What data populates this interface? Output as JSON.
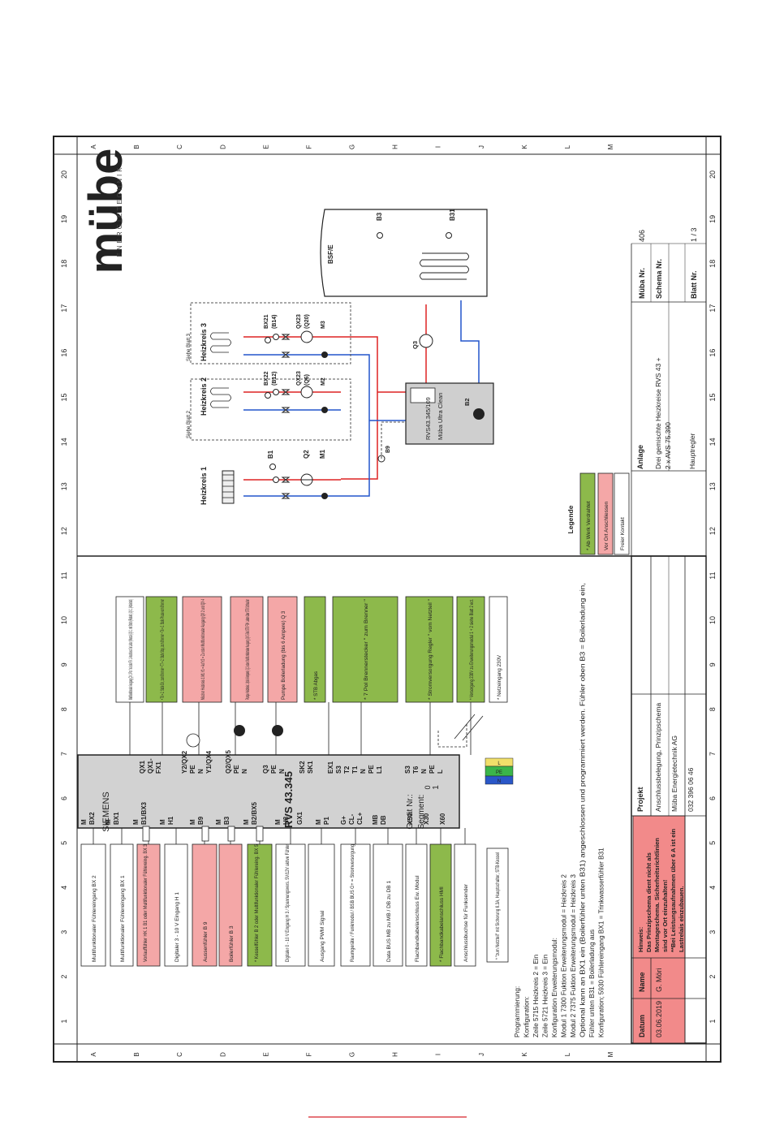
{
  "colors": {
    "green": "#8db94b",
    "pink": "#f4a7a7",
    "pinkStrong": "#f28a8a",
    "grey": "#cfcfcf",
    "blue": "#2255cc",
    "red": "#dd2222",
    "yellow": "#f1df6a",
    "brand": "#d8232a",
    "dark": "#222222"
  },
  "grid": {
    "columns": [
      "1",
      "2",
      "3",
      "4",
      "5",
      "6",
      "7",
      "8",
      "9",
      "10",
      "11",
      "12",
      "13",
      "14",
      "15",
      "16",
      "17",
      "18",
      "19",
      "20"
    ],
    "rows": [
      "A",
      "B",
      "C",
      "D",
      "E",
      "F",
      "G",
      "H",
      "I",
      "J",
      "K",
      "L",
      "M"
    ]
  },
  "logo": {
    "brand": "mübe",
    "tagline": "ENERGIETECHNIK"
  },
  "left_labels": [
    {
      "text": "Multifunktionaler Fühlereingang BX 2",
      "color": "white"
    },
    {
      "text": "Multifunktionaler Fühlereingang BX 1",
      "color": "white"
    },
    {
      "text": "Vorlauffühler HK 1 B1 oder Multifunktionaler Fühlereing. BX 3",
      "color": "pink"
    },
    {
      "text": "Digitaler 3 - 10 V Eingang H 1",
      "color": "white"
    },
    {
      "text": "Aussenfühler B 9",
      "color": "pink"
    },
    {
      "text": "Boilerfühler B 3",
      "color": "pink"
    },
    {
      "text": "* Kesselfühler B 2 oder Multifunktionaler Fühlereing. BX 5",
      "color": "green"
    },
    {
      "text": "Digitaler 0 - 10 V Eingang H 3 / Spannungsvers. 5V/12V aktive Fühler",
      "color": "white"
    },
    {
      "text": "Ausgang PWM Signal",
      "color": "white"
    },
    {
      "text": "Raumgeräte / Funkmodul / BSB BUS G+ = Stromversorgung",
      "color": "white"
    },
    {
      "text": "Data BUS   MB zu MB / DB zu DB 1",
      "color": "white"
    },
    {
      "text": "Flachbandkabelanschluss Ew. Modul",
      "color": "white"
    },
    {
      "text": "* Flachbandkabelanschluss HMI",
      "color": "green"
    },
    {
      "text": "Anschlussbuchse für Funksender",
      "color": "white"
    }
  ],
  "left_note": "* \"zum Netzteil\" mit Sicherung 6.3A, Hauptschalter, STB-Kessel",
  "controller": {
    "brand": "SIEMENS",
    "model": "RVS 43.345",
    "device_no": "Gerät Nr.:",
    "segment": "Segment:",
    "segment_value": "1",
    "segment_value2": "0",
    "left_terminals": [
      [
        "M",
        "BX2"
      ],
      [
        "M",
        "BX1"
      ],
      [
        "M",
        "B1/BX3"
      ],
      [
        "M",
        "H1"
      ],
      [
        "M",
        "B9"
      ],
      [
        "M",
        "B3"
      ],
      [
        "M",
        "B2/BX5"
      ],
      [
        "M",
        "H3"
      ],
      [
        "GX1"
      ],
      [
        "M",
        "P1"
      ],
      [
        "G+",
        "CL-",
        "CL+"
      ],
      [
        "MB",
        "DB"
      ],
      [
        "X50"
      ],
      [
        "X30"
      ],
      [
        "X60"
      ]
    ],
    "right_terminals": [
      [
        "QX1",
        "QX1-",
        "FX1"
      ],
      [
        "Y2/QX2",
        "PE",
        "N",
        "Y1/QX4"
      ],
      [
        "Q2/QX5",
        "PE",
        "N"
      ],
      [
        "Q3",
        "PE",
        "N"
      ],
      [
        "SK2",
        "SK1"
      ],
      [
        "EX1",
        "S3",
        "T2",
        "T1",
        "N",
        "PE",
        "L1"
      ],
      [
        "S3",
        "T6",
        "N",
        "PE",
        "L"
      ]
    ]
  },
  "right_labels": [
    {
      "text": "Multifunktionaler Ausgang QX 1 Pot. frei oder FX 1 Anschluss für Leiter (Wurzel) QX 1 mit Strich (Ruhekt.) QX 1 (Arbeitskt.)",
      "color": "white"
    },
    {
      "text": "• T8 = 2. Stufe Ein, zum Brenner • T7 = 2. Stufe Stop, zum Brenner • T6 = 2. Stufe Phase vom Brenner",
      "color": "green"
    },
    {
      "text": "Mischer Heizkreis 1  M1  Y1 = Auf  Y2 = Zu oder Multifunktionaler Ausgang QX 2 und QX 4",
      "color": "pink"
    },
    {
      "text": "Pumpe Heizkreis 1 (bis 6 Ampere) Q 2 oder Multifunktionaler Ausgang QX 5 Bei STB FBH Leiter über STB Schlaufen",
      "color": "pink"
    },
    {
      "text": "Pumpe Boilerladung (bis 6 Ampere) Q 3",
      "color": "pink"
    },
    {
      "text": "* STB Abgas",
      "color": "green"
    },
    {
      "text": "* 7 Pol Brennerstecker \" zum Brenner \"",
      "color": "green"
    },
    {
      "text": "* Stromversorgung Regler \" vom Netzteil \"",
      "color": "green"
    },
    {
      "text": "* Versorgung 230V zu Erweiterungsmodul 1 + 2 siehe Blatt 2 ect.",
      "color": "green"
    },
    {
      "text": "* Netzeingang 230V",
      "color": "white"
    }
  ],
  "bus_labels": [
    "L",
    "PE",
    "N"
  ],
  "programming": [
    "Programmierung:",
    "Konfiguration:",
    "Zeile 5715 Heizkreis 2 = Ein",
    "Zeile 5721 Heizkreis 3 = Ein",
    "Konfiguration Erweiterungsmodul:",
    "Modul 1 7300 Fuktion Erweiterungsmodul = Heizkreis 2",
    "Modul 2 7375 Fuktion Erweiterungsmodul = Heizkreis 3",
    "Optional kann an BX1 ein (Boilerfühler unten B31) angeschlossen und programmiert werden. Fühler oben B3 = Boilerladung ein,",
    "Fühler unten B31 = Boilerladung aus",
    "Konfiguration; 5930 Fühlereingang BX1 = Trinkwasserfühler B31"
  ],
  "hydraulic": {
    "hk1": "Heizkreis 1",
    "hk2": "Heizkreis 2",
    "hk3": "Heizkreis 3",
    "siehe2": "Siehe Blatt 2",
    "siehe3": "Siehe Blatt 3",
    "b1": "B1",
    "q2": "Q2",
    "m1": "M1",
    "bx22": "BX22",
    "b12": "(B12)",
    "qx23a": "QX23",
    "q6": "(Q6)",
    "m2": "M2",
    "bx21": "BX21",
    "b14": "(B14)",
    "qx23b": "QX23",
    "q20": "(Q20)",
    "m3": "M3",
    "b9": "B9",
    "boiler_ctrl": "RVS43.345/109",
    "boiler_name": "Müba Ultra Clean",
    "b2": "B2",
    "q3": "Q3",
    "tank": "BSF/E",
    "b3": "B3",
    "b31": "B31"
  },
  "legend": {
    "title": "Legende",
    "items": [
      {
        "text": "* Ab Werk Verdrahtet",
        "color": "green"
      },
      {
        "text": "Vor Ort Anschliessen",
        "color": "pink"
      },
      {
        "text": "Freier Kontakt",
        "color": "white"
      }
    ]
  },
  "title_block": {
    "datum_label": "Datum",
    "datum": "03.06.2019",
    "name_label": "Name",
    "name": "G. Möri",
    "hinweis": [
      "Hinweis:",
      "Das Prinzipschema dient nicht als",
      "Montageschema. Sicherheitsrichtlinien",
      "sind vor Ort einzuhalten!",
      "**Bei Leistungsaufnahmen über 6 A ist ein",
      "Lastrelais einzubauen."
    ],
    "projekt_label": "Projekt",
    "projekt": [
      "Anschlussbelegung, Prinzipschema",
      "Müba Energietechnik AG",
      "032 396 06 46"
    ],
    "anlage_label": "Anlage",
    "anlage": [
      "Drei gemischte Heizkreise RVS 43 +",
      "2 x AVS 75.390",
      "Hauptregler"
    ],
    "mueba_nr_label": "Müba Nr.",
    "mueba_nr": "406",
    "schema_nr_label": "Schema Nr.",
    "schema_nr": "",
    "blatt_nr_label": "Blatt Nr.",
    "blatt_nr": "1 / 3"
  }
}
